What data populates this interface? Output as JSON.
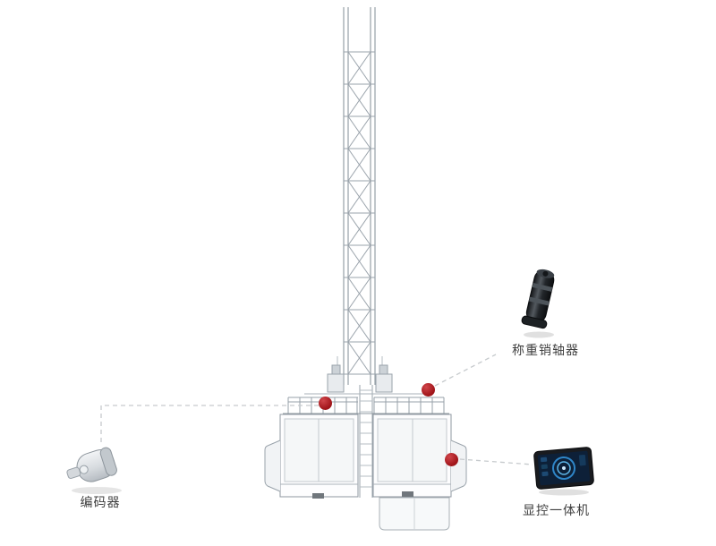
{
  "page": {
    "background": "#ffffff"
  },
  "diagram": {
    "marker_color": "#a2161b",
    "connector_color": "#c6cacd",
    "structure_color": "#97a0a8",
    "callouts": [
      {
        "id": "encoder",
        "label": "编码器",
        "icon": "encoder-device-icon"
      },
      {
        "id": "load-pin",
        "label": "称重销轴器",
        "icon": "load-pin-device-icon"
      },
      {
        "id": "display",
        "label": "显控一体机",
        "icon": "display-terminal-icon"
      }
    ]
  }
}
